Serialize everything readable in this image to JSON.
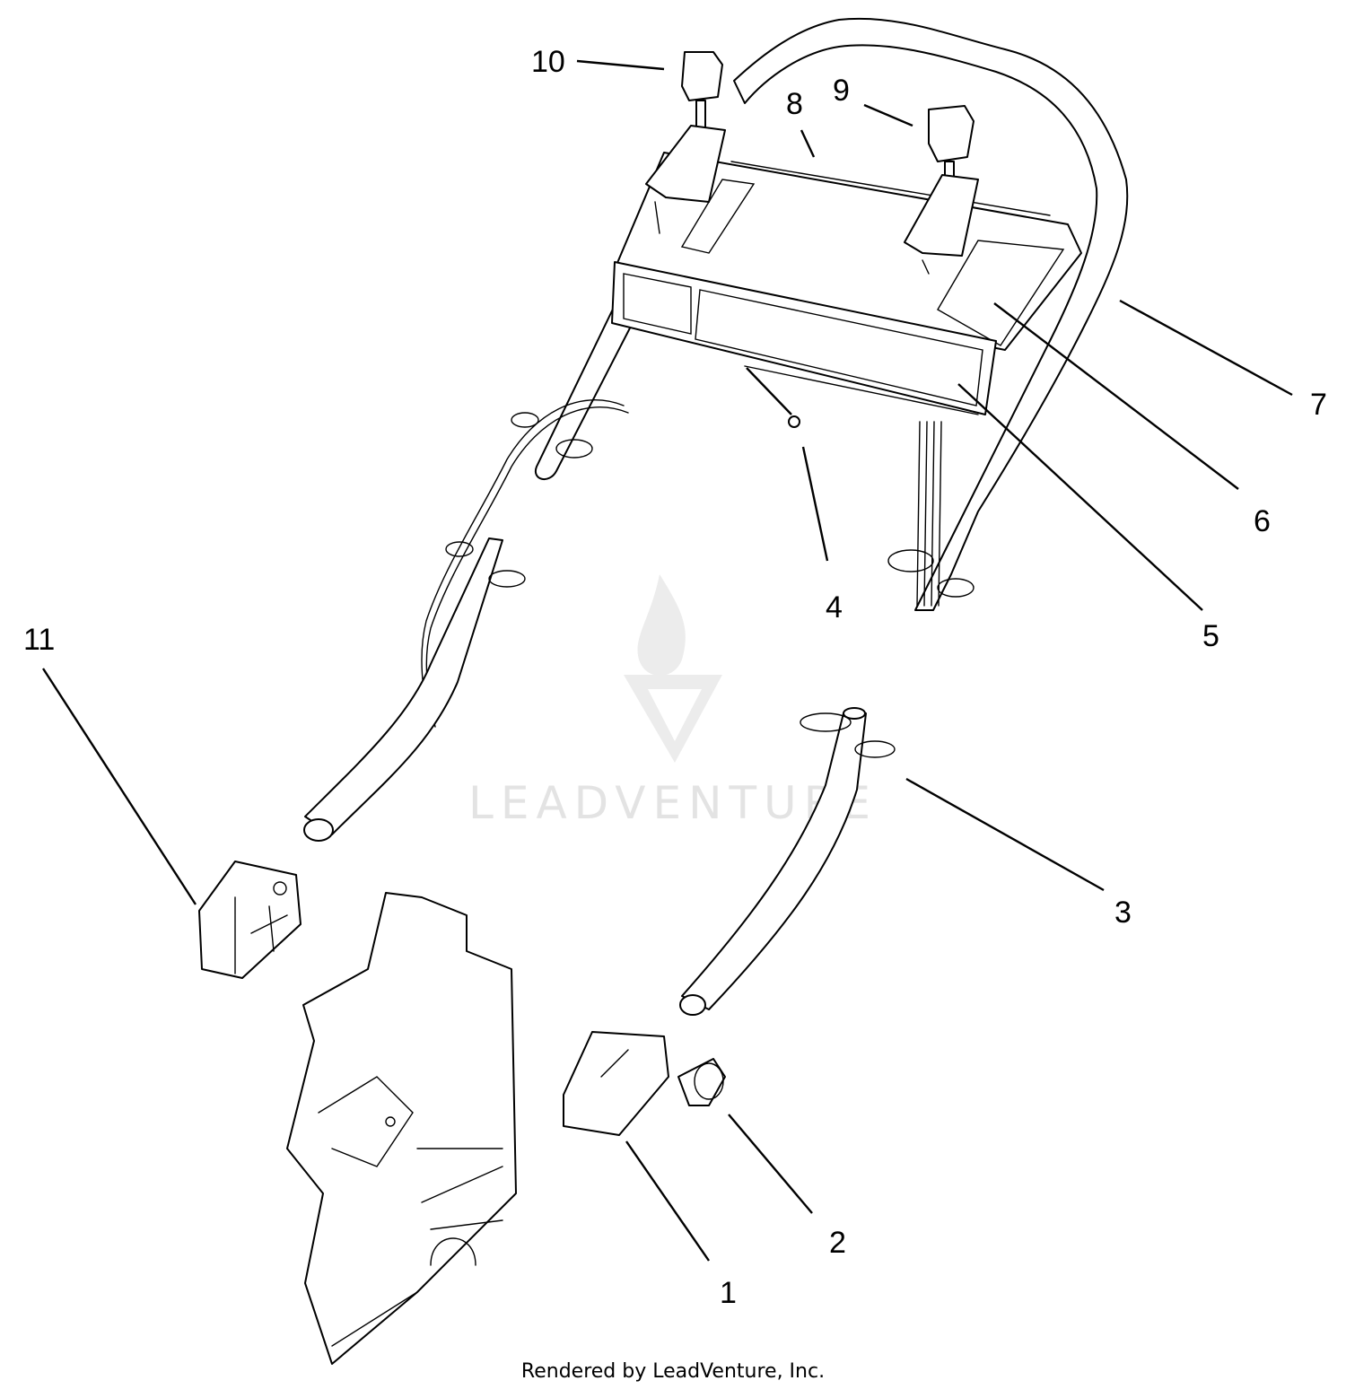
{
  "callouts": {
    "c1": "1",
    "c2": "2",
    "c3": "3",
    "c4": "4",
    "c5": "5",
    "c6": "6",
    "c7": "7",
    "c8": "8",
    "c9": "9",
    "c10": "10",
    "c11": "11"
  },
  "watermark": {
    "text": "LEADVENTURE"
  },
  "footer": {
    "text": "Rendered by LeadVenture, Inc."
  }
}
